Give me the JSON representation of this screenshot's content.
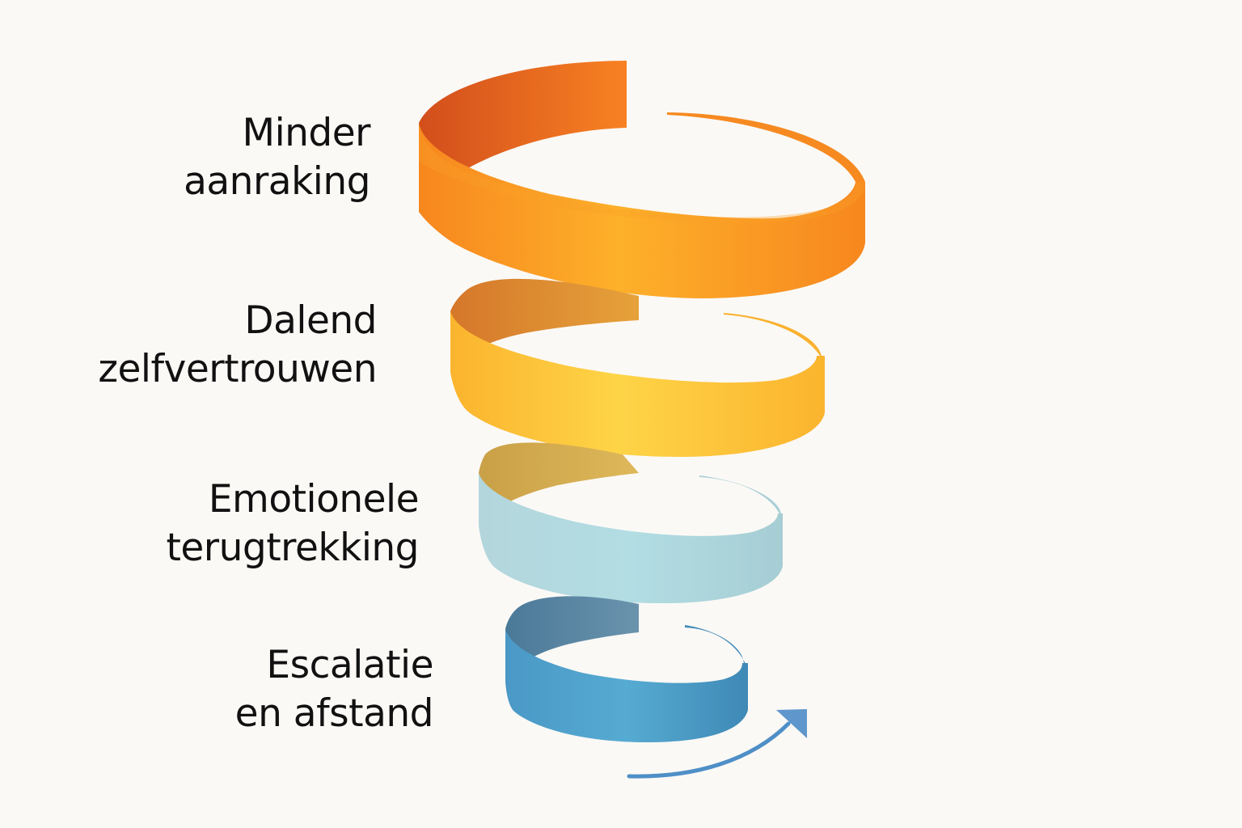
{
  "diagram": {
    "type": "descending-spiral",
    "background": "#fbf9f6",
    "stages": [
      {
        "id": "stage-1",
        "lines": [
          "Minder",
          "aanraking"
        ],
        "color_front": "#f7931e",
        "color_back": "#d9531a",
        "color_highlight": "#fdb22b"
      },
      {
        "id": "stage-2",
        "lines": [
          "Dalend",
          "zelfvertrouwen"
        ],
        "color_front": "#fcc234",
        "color_back": "#d98a2a",
        "color_highlight": "#fed84a"
      },
      {
        "id": "stage-3",
        "lines": [
          "Emotionele",
          "terugtrekking"
        ],
        "color_front": "#aed5dc",
        "color_back": "#d0a64a",
        "color_highlight": "#bfe0e5"
      },
      {
        "id": "stage-4",
        "lines": [
          "Escalatie",
          "en afstand"
        ],
        "color_front": "#4a9bc8",
        "color_back": "#4f7f9f",
        "color_highlight": "#5aaed4"
      }
    ],
    "arrow": {
      "color": "#4f8fc7",
      "direction": "clockwise-up-right"
    }
  }
}
